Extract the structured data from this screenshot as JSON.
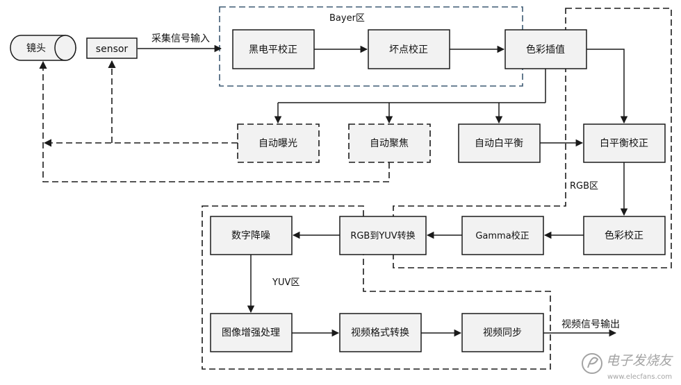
{
  "regions": {
    "bayer": "Bayer区",
    "rgb": "RGB区",
    "yuv": "YUV区"
  },
  "nodes": {
    "lens": "镜头",
    "sensor": "sensor",
    "black_level": "黑电平校正",
    "bad_pixel": "坏点校正",
    "color_interp": "色彩插值",
    "auto_exposure": "自动曝光",
    "auto_focus": "自动聚焦",
    "auto_wb": "自动白平衡",
    "wb_correction": "白平衡校正",
    "color_correction": "色彩校正",
    "gamma": "Gamma校正",
    "rgb_to_yuv": "RGB到YUV转换",
    "denoise": "数字降噪",
    "enhance": "图像增强处理",
    "format_convert": "视频格式转换",
    "video_sync": "视频同步"
  },
  "labels": {
    "input": "采集信号输入",
    "output": "视频信号输出"
  },
  "watermark": {
    "text": "电子发烧友",
    "url": "www.elecfans.com"
  },
  "colors": {
    "box_fill": "#f2f2f2",
    "stroke": "#1a1a1a",
    "bayer_border": "#3d5a73"
  }
}
